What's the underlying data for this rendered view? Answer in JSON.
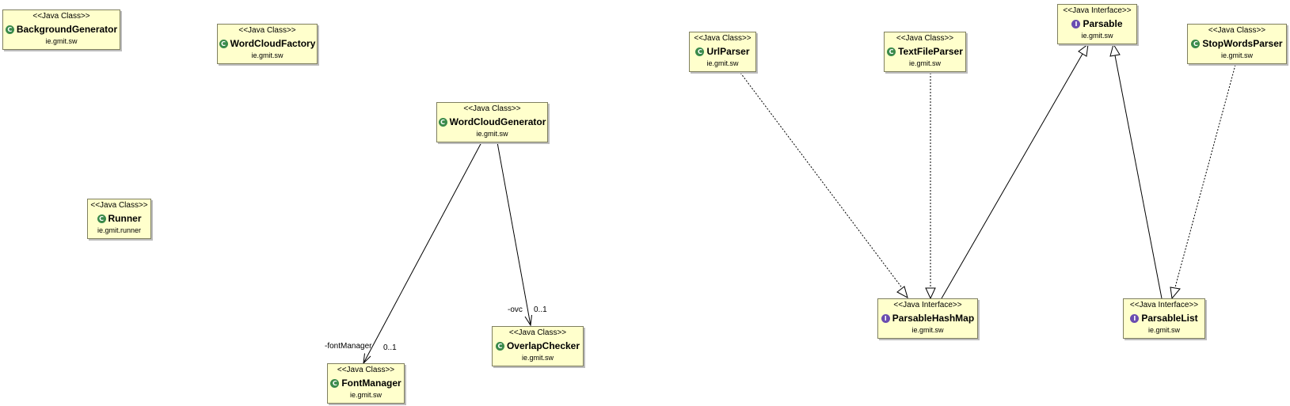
{
  "nodes": {
    "background_generator": {
      "stereotype": "<<Java Class>>",
      "name": "BackgroundGenerator",
      "package": "ie.gmit.sw",
      "kind": "class",
      "icon": "class-icon"
    },
    "word_cloud_factory": {
      "stereotype": "<<Java Class>>",
      "name": "WordCloudFactory",
      "package": "ie.gmit.sw",
      "kind": "class",
      "icon": "class-icon"
    },
    "runner": {
      "stereotype": "<<Java Class>>",
      "name": "Runner",
      "package": "ie.gmit.runner",
      "kind": "class",
      "icon": "class-icon"
    },
    "word_cloud_generator": {
      "stereotype": "<<Java Class>>",
      "name": "WordCloudGenerator",
      "package": "ie.gmit.sw",
      "kind": "class",
      "icon": "class-icon"
    },
    "overlap_checker": {
      "stereotype": "<<Java Class>>",
      "name": "OverlapChecker",
      "package": "ie.gmit.sw",
      "kind": "class",
      "icon": "class-icon"
    },
    "font_manager": {
      "stereotype": "<<Java Class>>",
      "name": "FontManager",
      "package": "ie.gmit.sw",
      "kind": "class",
      "icon": "class-icon"
    },
    "url_parser": {
      "stereotype": "<<Java Class>>",
      "name": "UrlParser",
      "package": "ie.gmit.sw",
      "kind": "class",
      "icon": "class-icon"
    },
    "text_file_parser": {
      "stereotype": "<<Java Class>>",
      "name": "TextFileParser",
      "package": "ie.gmit.sw",
      "kind": "class",
      "icon": "class-icon"
    },
    "parsable": {
      "stereotype": "<<Java Interface>>",
      "name": "Parsable",
      "package": "ie.gmit.sw",
      "kind": "interface",
      "icon": "interface-icon"
    },
    "stop_words_parser": {
      "stereotype": "<<Java Class>>",
      "name": "StopWordsParser",
      "package": "ie.gmit.sw",
      "kind": "class",
      "icon": "class-icon"
    },
    "parsable_hash_map": {
      "stereotype": "<<Java Interface>>",
      "name": "ParsableHashMap",
      "package": "ie.gmit.sw",
      "kind": "interface",
      "icon": "interface-icon"
    },
    "parsable_list": {
      "stereotype": "<<Java Interface>>",
      "name": "ParsableList",
      "package": "ie.gmit.sw",
      "kind": "interface",
      "icon": "interface-icon"
    }
  },
  "associations": {
    "font_manager": {
      "role": "-fontManager",
      "multiplicity": "0..1"
    },
    "overlap_checker": {
      "role": "-ovc",
      "multiplicity": "0..1"
    }
  },
  "colors": {
    "node_fill": "#ffffcc",
    "class_icon": "#3a8a4a",
    "interface_icon": "#6a4cb0"
  }
}
